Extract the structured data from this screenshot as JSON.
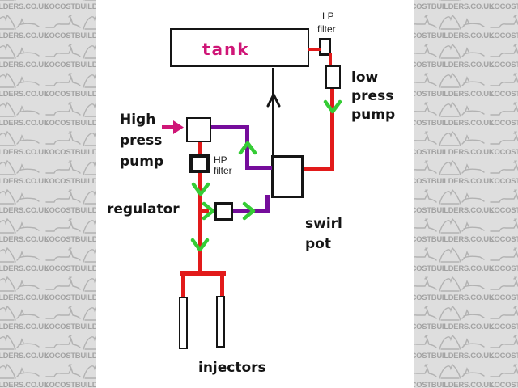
{
  "watermark": {
    "text": "LOCOSTBUILDERS.CO.UK"
  },
  "diagram": {
    "labels": {
      "tank": "tank",
      "lp_filter": [
        "LP",
        "filter"
      ],
      "low_pump": [
        "low",
        "press",
        "pump"
      ],
      "high_pump": [
        "High",
        "press",
        "pump"
      ],
      "hp_filter": [
        "HP",
        "filter"
      ],
      "regulator": "regulator",
      "swirl_pot": [
        "swirl",
        "pot"
      ],
      "injectors": "injectors"
    },
    "colors": {
      "fuel_line_red": "#e21a1a",
      "transfer_line_purple": "#750d9b",
      "flow_arrow_green": "#35cc35",
      "accent_magenta": "#cf1677",
      "line_black": "#151515",
      "watermark_text": "#a3a3a3",
      "watermark_background": "#dedede"
    }
  }
}
